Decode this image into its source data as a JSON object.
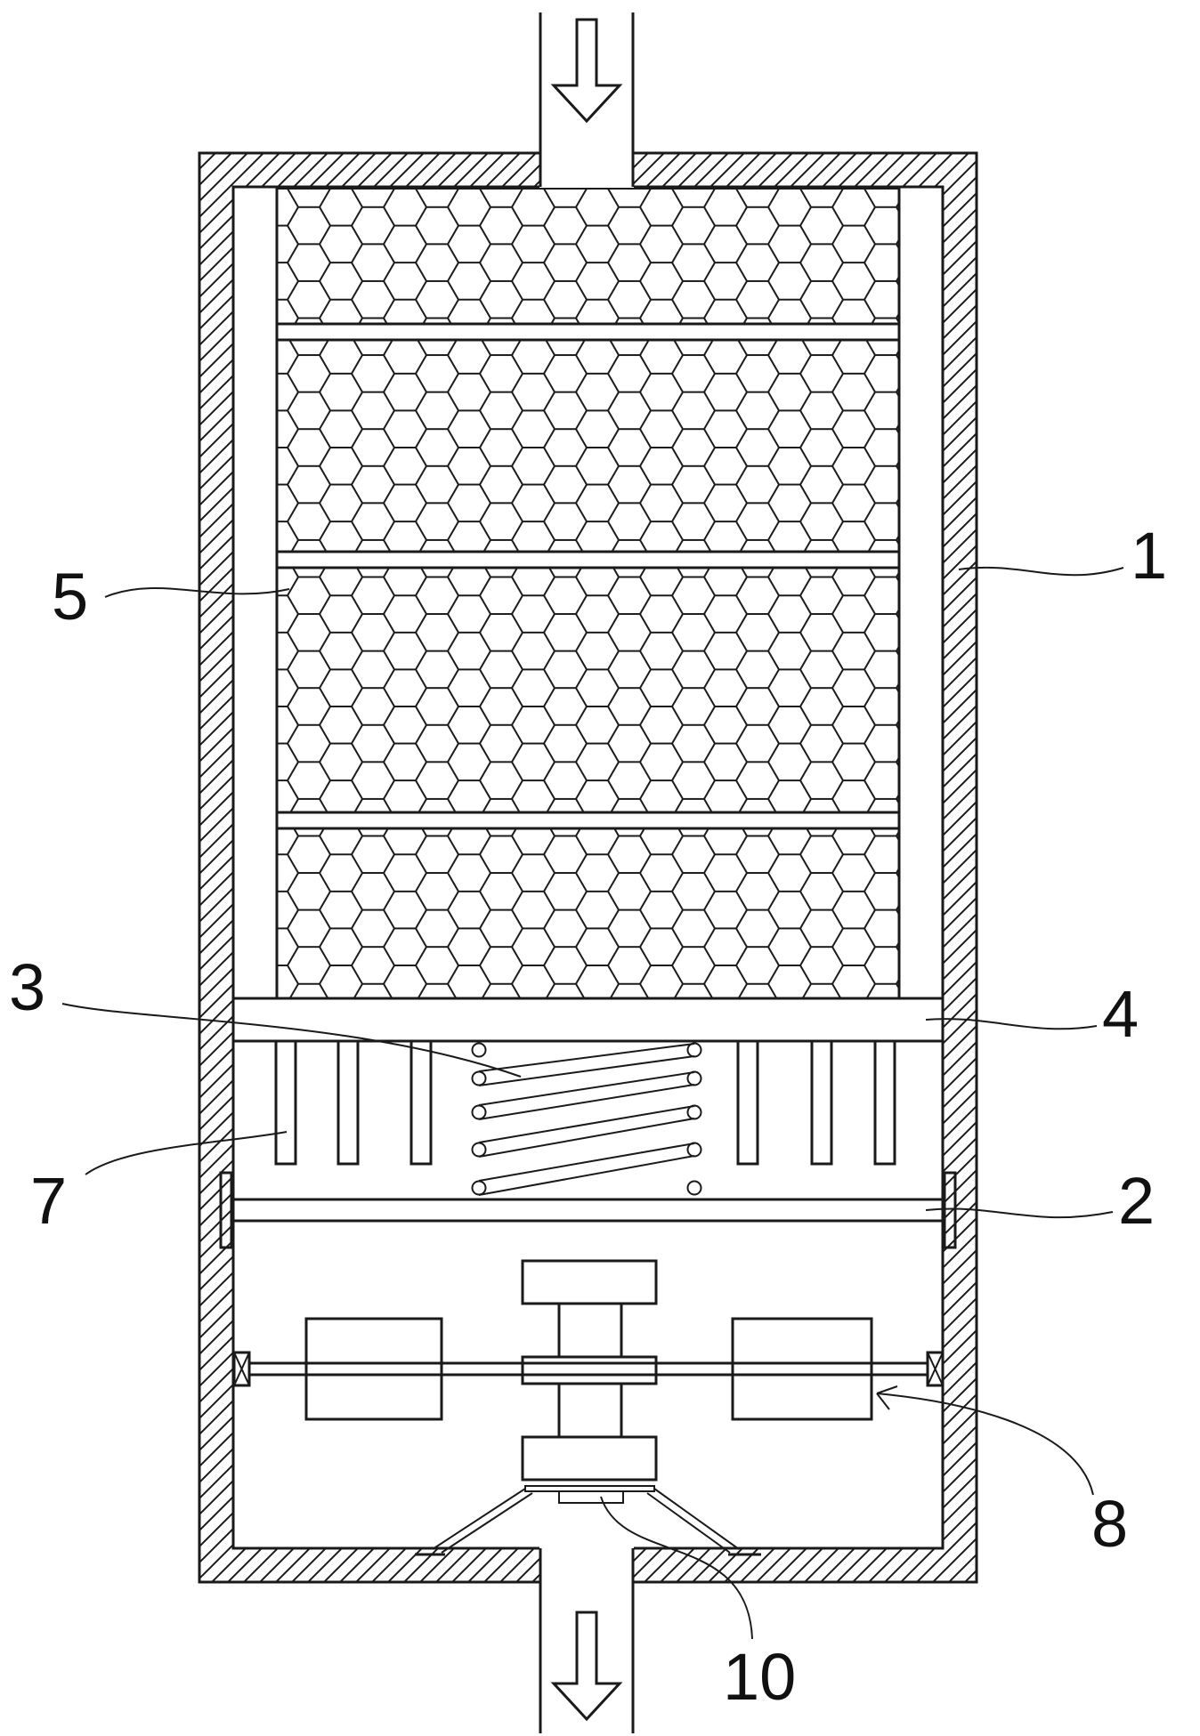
{
  "diagram": {
    "labels": {
      "l1": "1",
      "l2": "2",
      "l3": "3",
      "l4": "4",
      "l5": "5",
      "l7": "7",
      "l8": "8",
      "l10": "10"
    },
    "colors": {
      "line": "#1a1a1a",
      "background": "#ffffff"
    }
  }
}
